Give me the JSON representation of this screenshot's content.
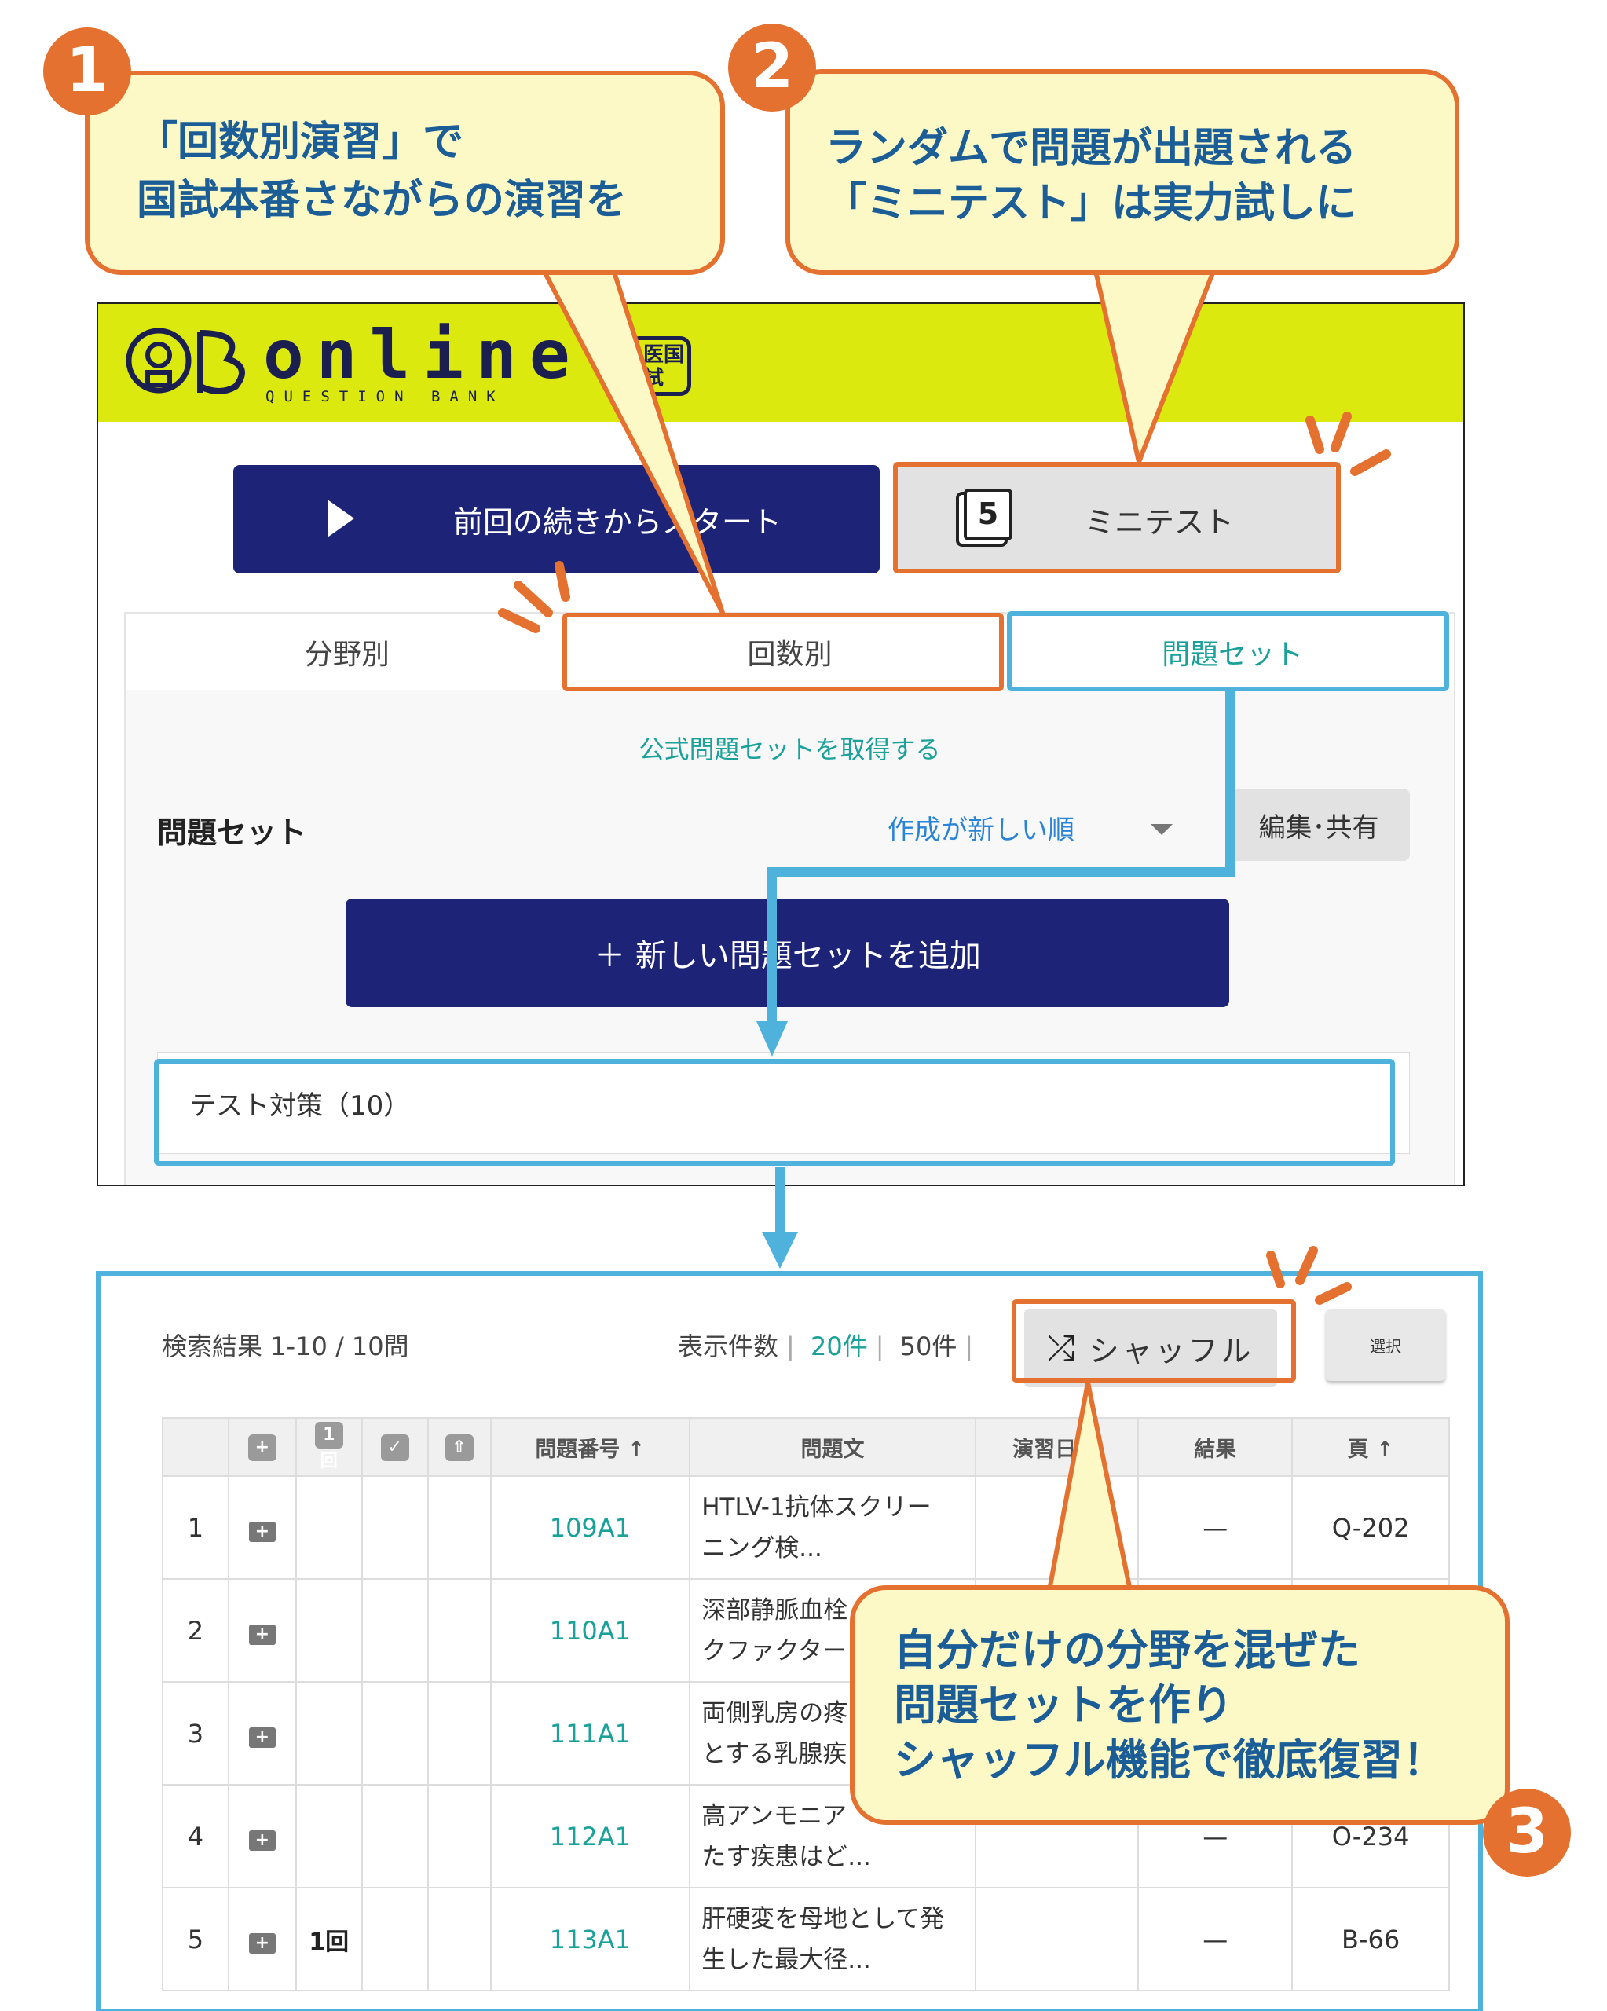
{
  "callouts": {
    "one": {
      "number": "1",
      "lines": [
        "「回数別演習」で",
        "国試本番さながらの演習を"
      ]
    },
    "two": {
      "number": "2",
      "lines": [
        "ランダムで問題が出題される",
        "「ミニテスト」は実力試しに"
      ]
    },
    "three": {
      "number": "3",
      "lines": [
        "自分だけの分野を混ぜた",
        "問題セットを作り",
        "シャッフル機能で徹底復習！"
      ]
    }
  },
  "app": {
    "logo": {
      "word": "online",
      "sub": "QUESTION BANK",
      "badge": "医国試"
    },
    "resume_label": "前回の続きからスタート",
    "minitest_icon": "5",
    "minitest_label": "ミニテスト",
    "tabs": [
      "分野別",
      "回数別",
      "問題セット"
    ],
    "active_tab": "問題セット",
    "get_official_label": "公式問題セットを取得する",
    "set_heading": "問題セット",
    "sort_label": "作成が新しい順",
    "edit_share_label": "編集･共有",
    "add_set_label": "＋ 新しい問題セットを追加",
    "set_item": "テスト対策（10）"
  },
  "results": {
    "count_label": "検索結果 1-10 / 10問",
    "per_page_label": "表示件数",
    "per_page_20": "20件",
    "per_page_50": "50件",
    "shuffle_label": "シャッフル",
    "select_label": "選択",
    "columns": {
      "add": "+",
      "round": "1回",
      "check": "✓",
      "up": "⇧",
      "qnum": "問題番号 ↑",
      "text": "問題文",
      "date": "演習日 ↑",
      "result": "結果",
      "page": "頁 ↑"
    },
    "rows": [
      {
        "n": "1",
        "q": "109A1",
        "text1": "HTLV-1抗体スクリー",
        "text2": "ニング検...",
        "result": "—",
        "page": "Q-202",
        "round": ""
      },
      {
        "n": "2",
        "q": "110A1",
        "text1": "深部静脈血栓",
        "text2": "クファクター",
        "result": "",
        "page": "",
        "round": ""
      },
      {
        "n": "3",
        "q": "111A1",
        "text1": "両側乳房の疼",
        "text2": "とする乳腺疾",
        "result": "",
        "page": "",
        "round": ""
      },
      {
        "n": "4",
        "q": "112A1",
        "text1": "高アンモニア",
        "text2": "たす疾患はど...",
        "result": "—",
        "page": "O-234",
        "round": ""
      },
      {
        "n": "5",
        "q": "113A1",
        "text1": "肝硬変を母地として発",
        "text2": "生した最大径...",
        "result": "—",
        "page": "B-66",
        "round": "1回"
      }
    ]
  },
  "colors": {
    "accent_orange": "#e4712f",
    "accent_blue": "#4fb2dd",
    "navy": "#1d2478",
    "teal": "#19a19a",
    "header_yellow": "#dbe90f",
    "callout_bg": "#fcf9c6",
    "callout_text": "#1a5d97"
  }
}
